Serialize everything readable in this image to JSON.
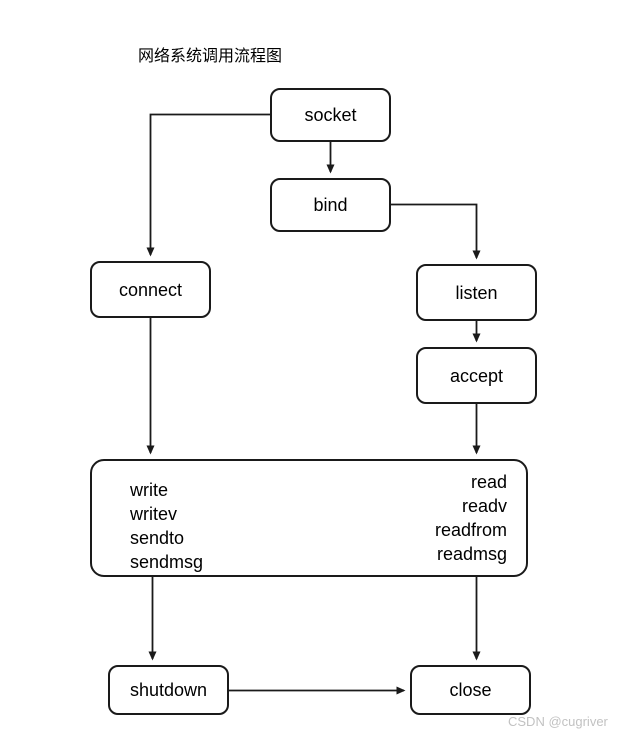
{
  "title": "网络系统调用流程图",
  "watermark": "CSDN @cugriver",
  "colors": {
    "stroke": "#1a1a1a",
    "background": "#ffffff",
    "text": "#000000",
    "watermark": "#c2c2c2"
  },
  "nodes": {
    "socket": "socket",
    "bind": "bind",
    "connect": "connect",
    "listen": "listen",
    "accept": "accept",
    "shutdown": "shutdown",
    "close": "close"
  },
  "io_box": {
    "send_calls": [
      "write",
      "writev",
      "sendto",
      "sendmsg"
    ],
    "recv_calls": [
      "read",
      "readv",
      "readfrom",
      "readmsg"
    ]
  },
  "edges": [
    {
      "from": "socket",
      "to": "bind",
      "style": "straight-down"
    },
    {
      "from": "socket",
      "to": "connect",
      "style": "left-then-down"
    },
    {
      "from": "bind",
      "to": "listen",
      "style": "right-then-down"
    },
    {
      "from": "listen",
      "to": "accept",
      "style": "straight-down"
    },
    {
      "from": "connect",
      "to": "io_box",
      "style": "straight-down"
    },
    {
      "from": "accept",
      "to": "io_box",
      "style": "straight-down"
    },
    {
      "from": "io_box",
      "to": "shutdown",
      "style": "straight-down"
    },
    {
      "from": "io_box",
      "to": "close",
      "style": "straight-down"
    },
    {
      "from": "shutdown",
      "to": "close",
      "style": "straight-right"
    }
  ]
}
